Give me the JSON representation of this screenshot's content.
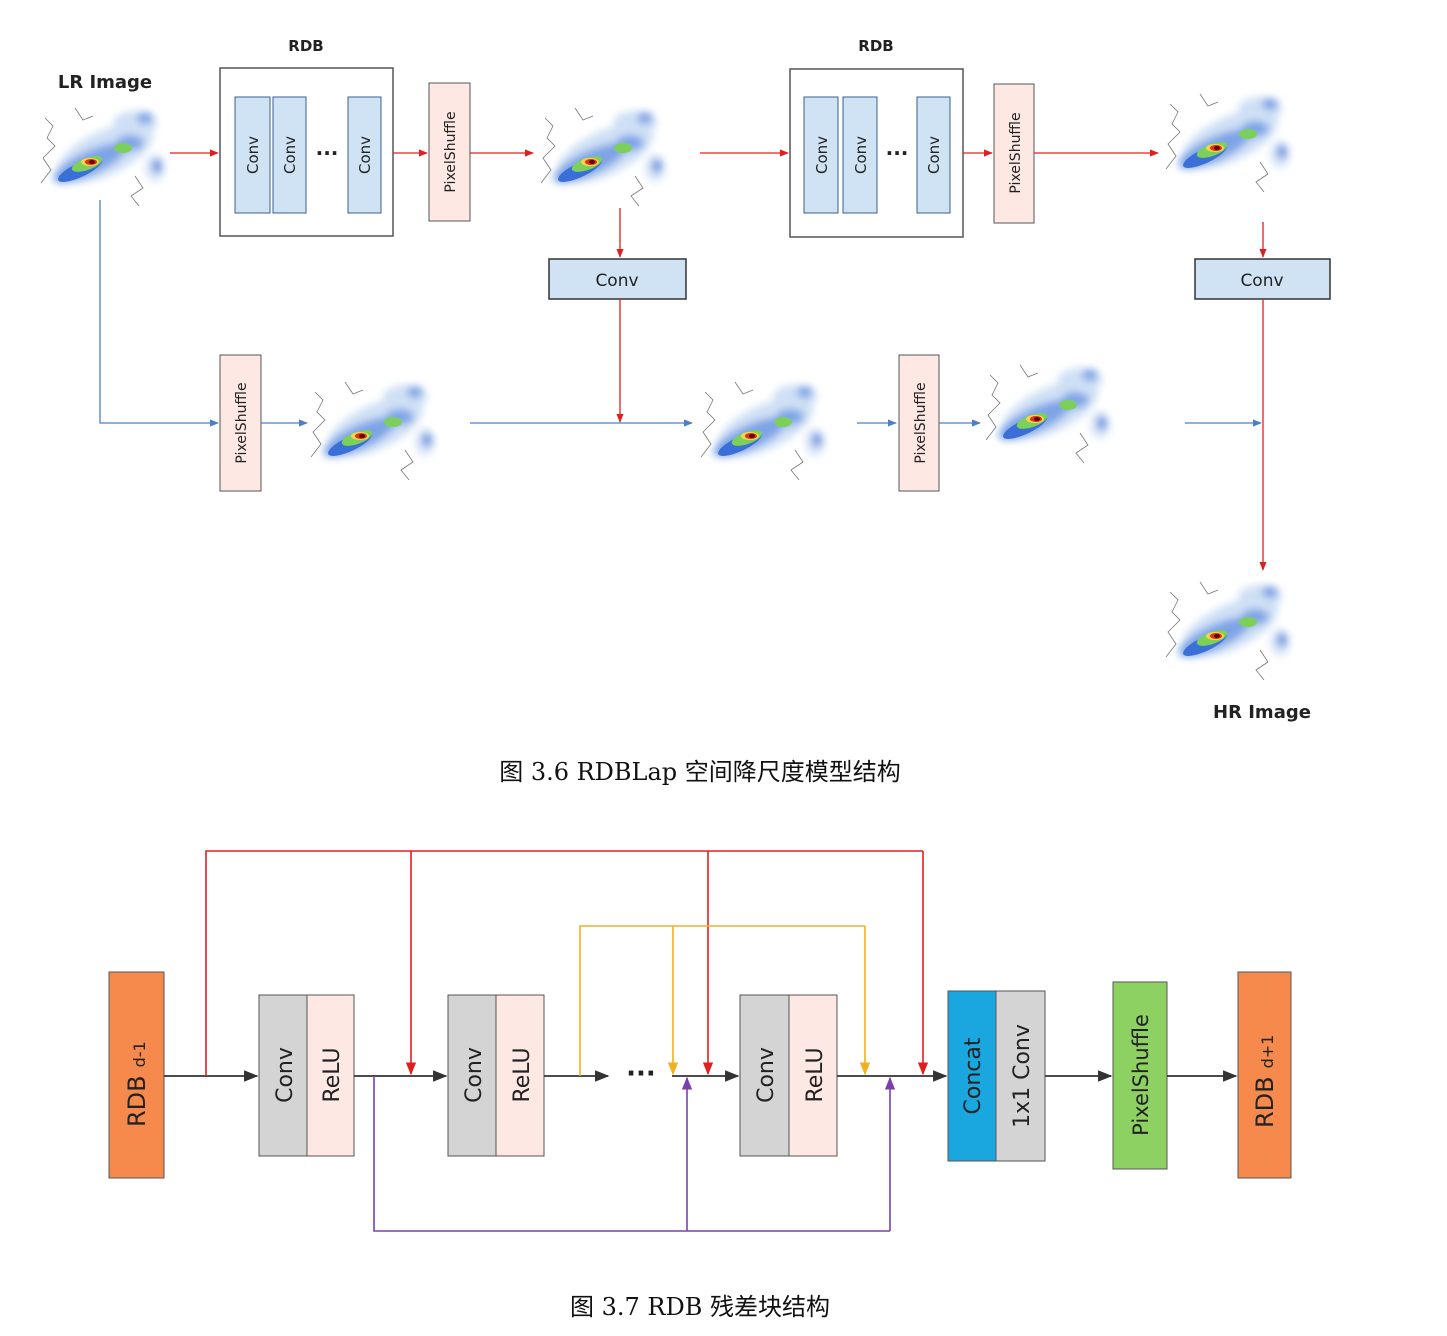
{
  "figure1": {
    "caption": "图 3.6 RDBLap 空间降尺度模型结构",
    "lr_image_label": "LR Image",
    "hr_image_label": "HR Image",
    "rdb_label": "RDB",
    "conv_label": "Conv",
    "ellipsis": "···",
    "pixelshuffle_label": "PixelShuffle",
    "colors": {
      "conv_fill": "#cfe3f5",
      "pixelshuffle_fill": "#fde8e4",
      "upper_arrow": "#e02020",
      "lower_arrow": "#4a7fd0"
    }
  },
  "figure2": {
    "caption": "图 3.7 RDB 残差块结构",
    "rdb_in": "RDB",
    "rdb_in_sub": "d-1",
    "rdb_out": "RDB",
    "rdb_out_sub": "d+1",
    "conv_label": "Conv",
    "relu_label": "ReLU",
    "ellipsis": "···",
    "concat_label": "Concat",
    "conv1x1_label": "1x1 Conv",
    "pixelshuffle_label": "PixelShuffle",
    "colors": {
      "rdb": "#f58a4c",
      "conv": "#d4d4d4",
      "relu": "#fde8e4",
      "concat": "#1aa7e0",
      "pixelshuffle": "#8ed163",
      "red_skip": "#e02020",
      "yellow_skip": "#f0b020",
      "purple_skip": "#7b3fb0"
    }
  }
}
